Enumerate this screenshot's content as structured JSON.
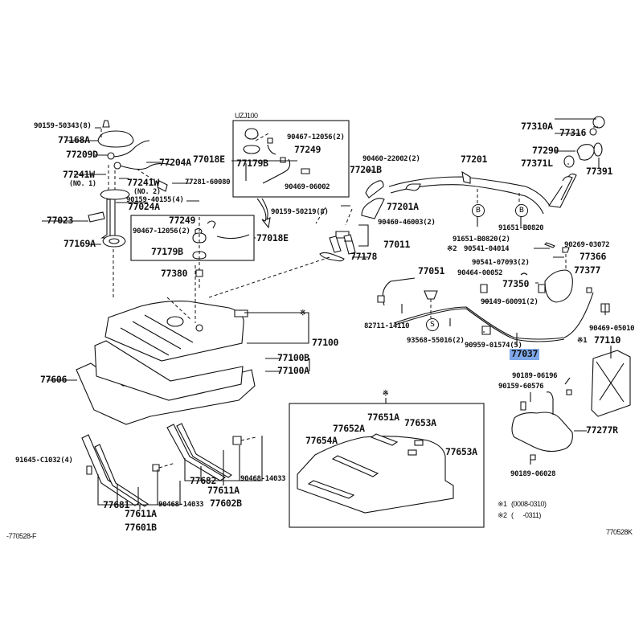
{
  "diagram": {
    "title_code_left": "-770528-F",
    "title_code_right": "770528K",
    "inset_label": "UZJ100",
    "notes": [
      {
        "mark": "※1",
        "text": "(0008-0310)"
      },
      {
        "mark": "※2",
        "text": "(      -0311)"
      }
    ],
    "highlighted_part": "77037",
    "circle_tags": {
      "b1": "B",
      "b2": "B",
      "s": "S"
    },
    "labels": {
      "p90159_50343": "90159-50343(8)",
      "p77168A": "77168A",
      "p77209D": "77209D",
      "p77204A": "77204A",
      "p77241W_1": "77241W",
      "p77241W_1_sub": "(NO. 1)",
      "p77241W_2": "77241W",
      "p77241W_2_sub": "(NO. 2)",
      "p77281_60080": "77281-60080",
      "p90159_40155": "90159-40155(4)",
      "p77024A": "77024A",
      "p77023": "77023",
      "p77169A": "77169A",
      "p77249_a": "77249",
      "p90467_12056_a": "90467-12056(2)",
      "p77179B_a": "77179B",
      "p77018E_a": "77018E",
      "p77380": "77380",
      "p77018E_b": "77018E",
      "p90467_12056_b": "90467-12056(2)",
      "p77249_b": "77249",
      "p77179B_b": "77179B",
      "p90469_06002": "90469-06002",
      "p90159_50219": "90159-50219(8)",
      "p90460_22002": "90460-22002(2)",
      "p77201B": "77201B",
      "p77201": "77201",
      "p77201A": "77201A",
      "p90460_46003": "90460-46003(2)",
      "p77011": "77011",
      "p77178": "77178",
      "p77310A": "77310A",
      "p77316": "77316",
      "p77290": "77290",
      "p77371L": "77371L",
      "p77391": "77391",
      "p91651_B0820": "91651-B0820",
      "p91651_B0820_2": "91651-B0820(2)",
      "p90541_04014": "90541-04014",
      "p90541_04014_mark": "※2",
      "p90541_07093": "90541-07093(2)",
      "p90269_03072": "90269-03072",
      "p77366": "77366",
      "p77377": "77377",
      "p77051": "77051",
      "p90464_00052": "90464-00052",
      "p77350": "77350",
      "p90149_60091": "90149-60091(2)",
      "p82711_14110": "82711-14110",
      "p93568_55016": "93568-55016(2)",
      "p90959_01574": "90959-01574(5)",
      "p77037": "77037",
      "p90469_05010": "90469-05010",
      "p77110": "77110",
      "p77110_mark": "※1",
      "p77100": "77100",
      "p77100B": "77100B",
      "p77100A": "77100A",
      "p77100_mark": "※",
      "p77606": "77606",
      "p90189_06196": "90189-06196",
      "p90159_60576": "90159-60576",
      "p77277R": "77277R",
      "p90189_06028": "90189-06028",
      "p77651A": "77651A",
      "p77653A_1": "77653A",
      "p77652A": "77652A",
      "p77654A": "77654A",
      "p77653A_2": "77653A",
      "p_inset2_mark": "※",
      "p91645_C1032": "91645-C1032(4)",
      "p77682": "77682",
      "p77681": "77681",
      "p77611A_1": "77611A",
      "p77611A_2": "77611A",
      "p90468_14033_1": "90468-14033",
      "p90468_14033_2": "90468-14033",
      "p77602B": "77602B",
      "p77601B": "77601B"
    }
  }
}
